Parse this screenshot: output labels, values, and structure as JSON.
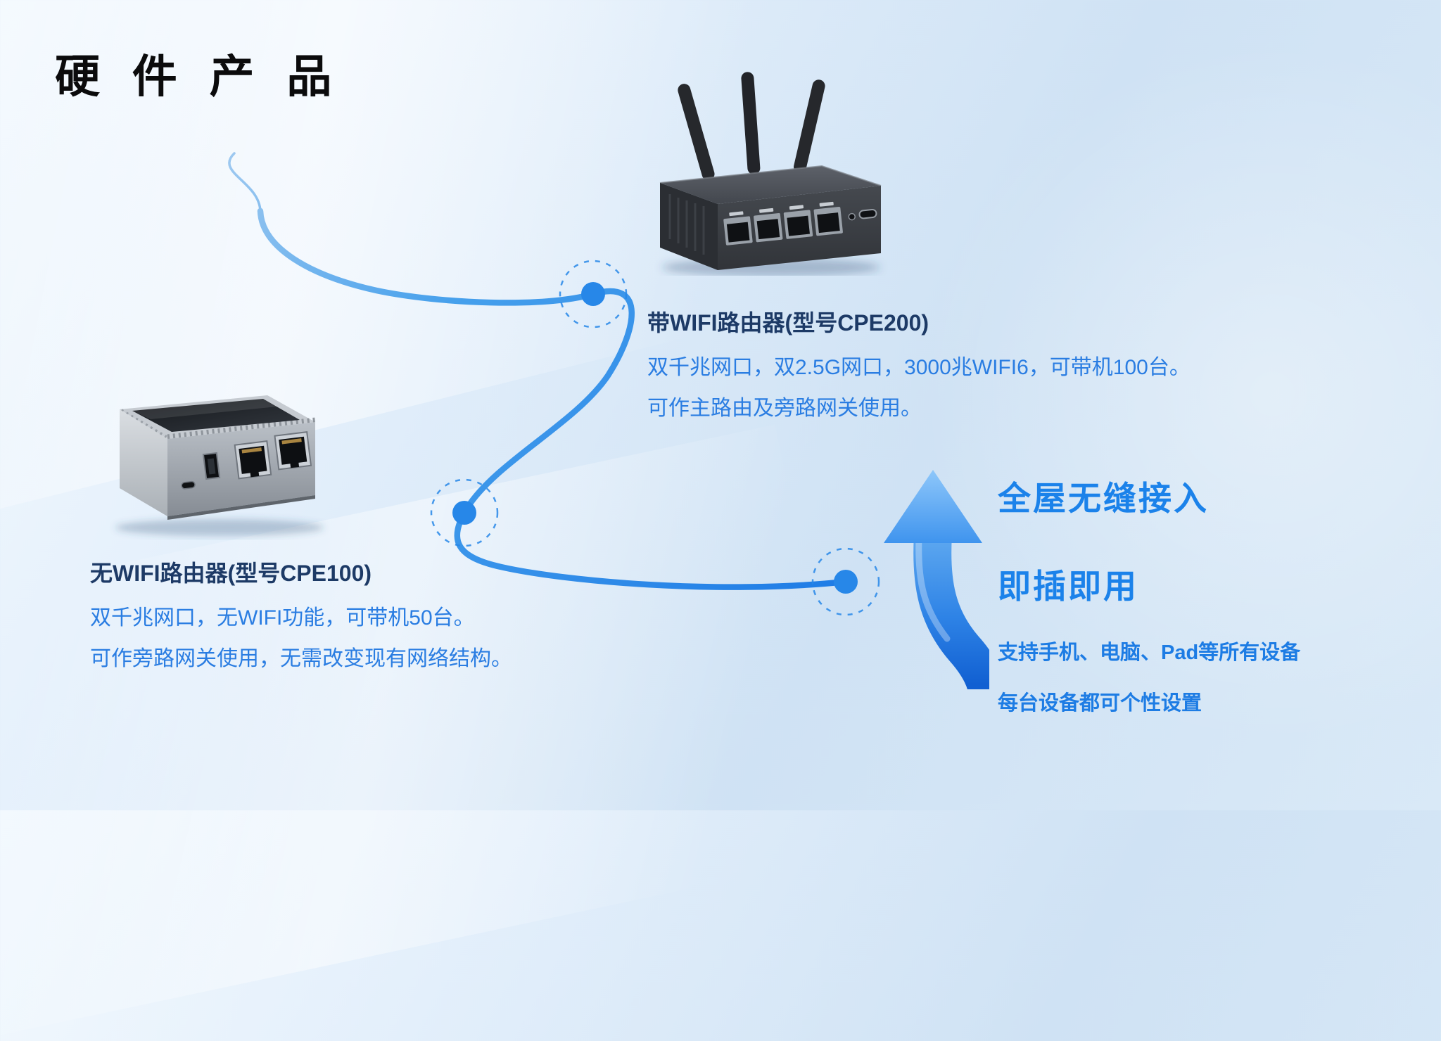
{
  "page": {
    "title": "硬 件 产 品"
  },
  "cpe200": {
    "name": "带WIFI路由器(型号CPE200)",
    "desc1": "双千兆网口，双2.5G网口，3000兆WIFI6，可带机100台。",
    "desc2": "可作主路由及旁路网关使用。"
  },
  "cpe100": {
    "name": "无WIFI路由器(型号CPE100)",
    "desc1": "双千兆网口，无WIFI功能，可带机50台。",
    "desc2": "可作旁路网关使用，无需改变现有网络结构。"
  },
  "benefits": {
    "headline1": "全屋无缝接入",
    "headline2": "即插即用",
    "sub1": "支持手机、电脑、Pad等所有设备",
    "sub2": "每台设备都可个性设置"
  },
  "graphics": {
    "arrow_icon": "up-arrow",
    "node_icon": "dashed-circle-node",
    "line_icon": "curved-connection-line"
  },
  "colors": {
    "accent_blue": "#2787e8",
    "headline_blue": "#1b82ea",
    "desc_blue": "#2a7de2",
    "name_navy": "#1d3a66",
    "title_black": "#0b0b0c",
    "background_blue": "#d4e5f5"
  }
}
